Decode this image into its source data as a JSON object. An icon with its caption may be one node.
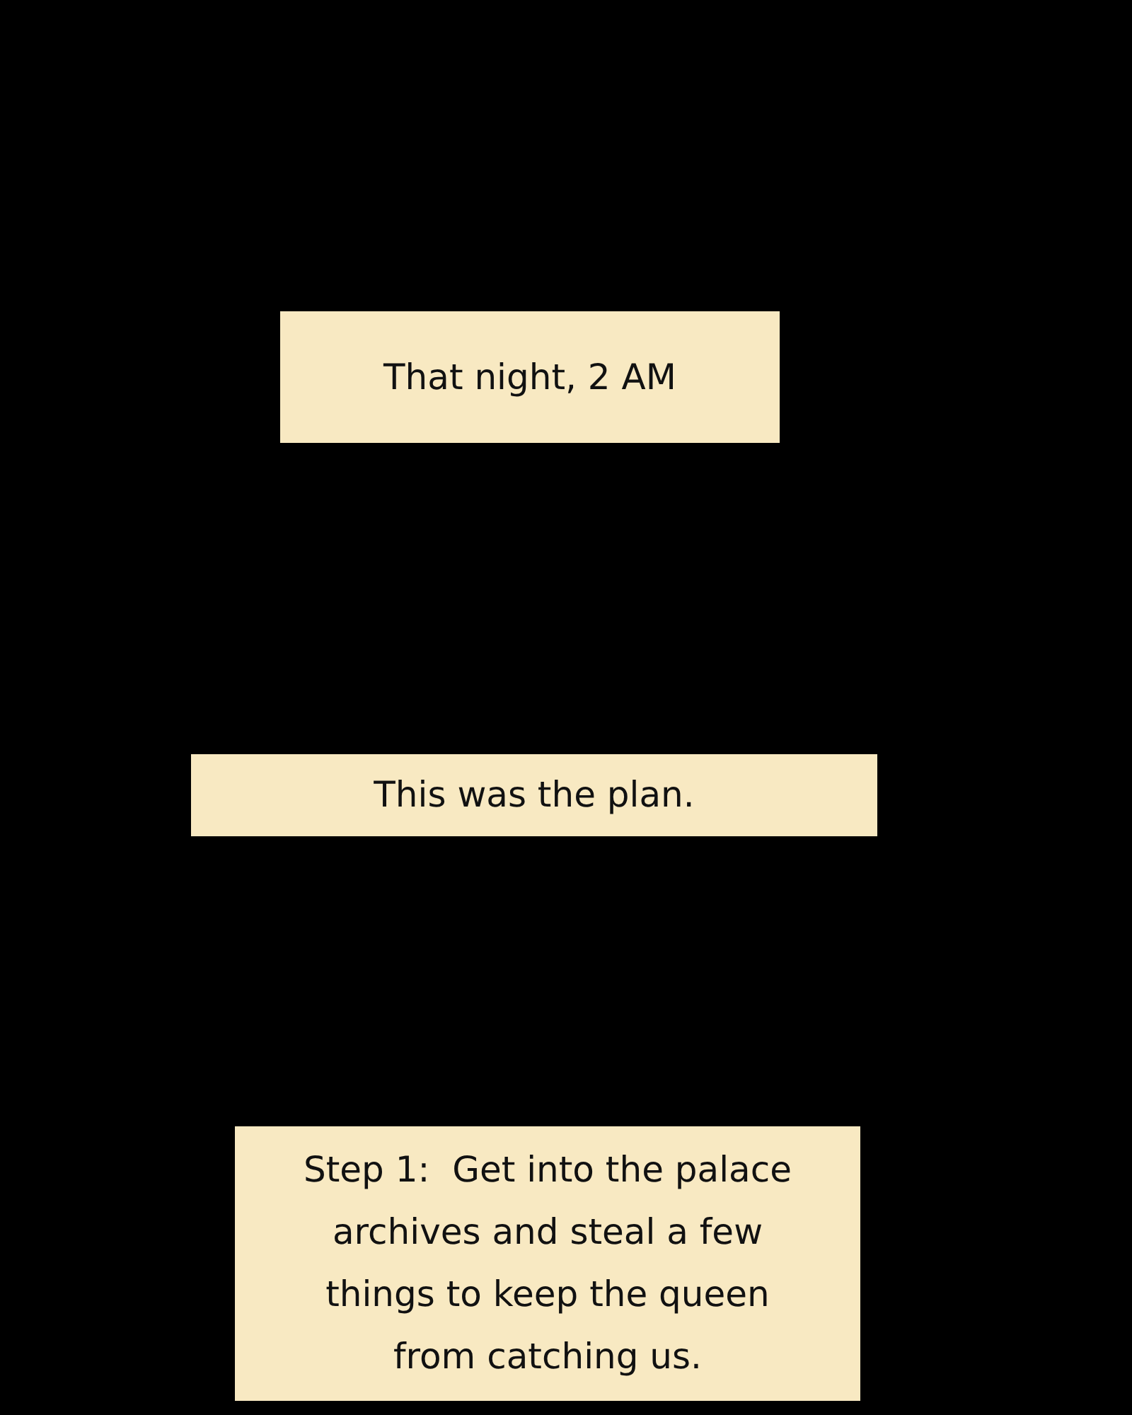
{
  "diagram": {
    "nodes": [
      {
        "text": [
          "That night, 2 AM"
        ]
      },
      {
        "text": [
          "This was the plan."
        ]
      },
      {
        "text": [
          "Step 1:  Get into the palace archives and steal a few things to keep the queen from catching us."
        ]
      }
    ]
  }
}
